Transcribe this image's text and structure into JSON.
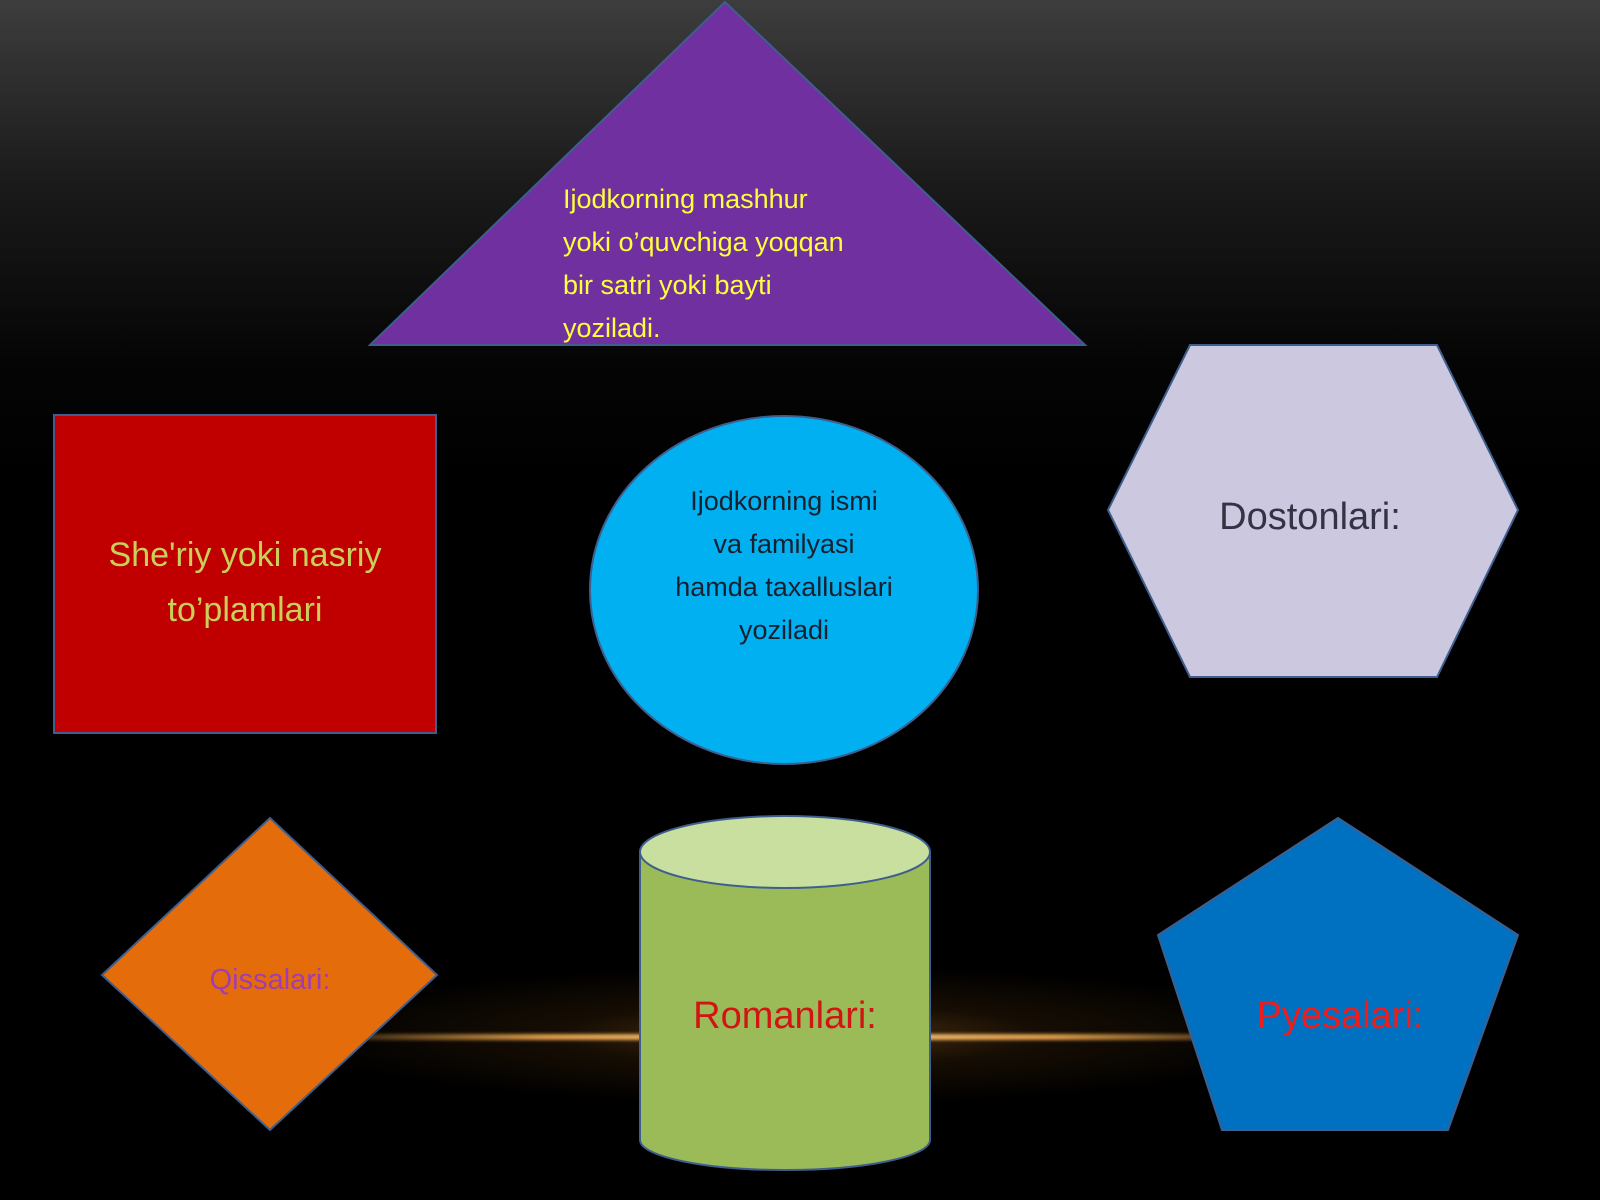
{
  "colors": {
    "triangle_fill": "#7030a0",
    "square_fill": "#c00000",
    "circle_fill": "#00b0f0",
    "hexagon_fill": "#ccc8e0",
    "diamond_fill": "#e46c0a",
    "cylinder_fill": "#9bbb59",
    "cylinder_top": "#c9dfa0",
    "pentagon_fill": "#0070c0",
    "shape_outline": "#3e5e8e"
  },
  "shapes": {
    "triangle": {
      "lines": [
        "Ijodkorning  mashhur",
        "yoki o’quvchiga  yoqqan",
        "bir satri yoki bayti",
        "yoziladi."
      ]
    },
    "square": {
      "lines": [
        "She'riy yoki nasriy",
        "to’plamlari"
      ]
    },
    "circle": {
      "lines": [
        "Ijodkorning  ismi",
        "va familyasi",
        "hamda taxalluslari",
        "yoziladi"
      ]
    },
    "hexagon": {
      "text": "Dostonlari:"
    },
    "diamond": {
      "text": "Qissalari:"
    },
    "cylinder": {
      "text": "Romanlari:"
    },
    "pentagon": {
      "text": "Pyesalari:"
    }
  }
}
